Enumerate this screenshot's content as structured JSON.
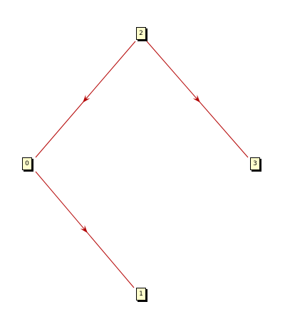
{
  "graph": {
    "nodes": [
      {
        "id": "2",
        "label": "2"
      },
      {
        "id": "0",
        "label": "0"
      },
      {
        "id": "3",
        "label": "3"
      },
      {
        "id": "1",
        "label": "1"
      }
    ],
    "edges": [
      {
        "from": "2",
        "to": "0",
        "directed": true
      },
      {
        "from": "2",
        "to": "3",
        "directed": true
      },
      {
        "from": "0",
        "to": "1",
        "directed": true
      }
    ],
    "colors": {
      "edge": "#b30000",
      "arrow": "#b30000",
      "node_fill": "#ffffcc",
      "node_border": "#000000",
      "background": "#ffffff"
    }
  }
}
